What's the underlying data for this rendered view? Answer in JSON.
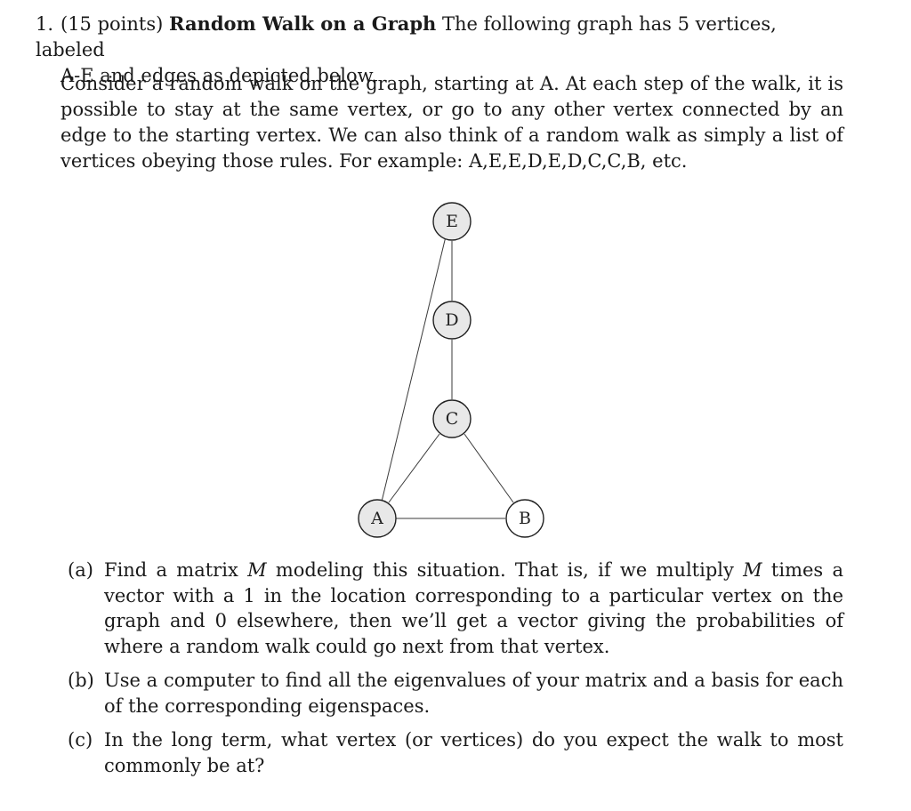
{
  "problem": {
    "number": "1.",
    "points": "(15 points)",
    "title": "Random Walk on a Graph",
    "lead_line1": "The following graph has 5 vertices, labeled",
    "lead_line2": "A-E and edges as depicted below."
  },
  "intro": "Consider a random walk on the graph, starting at A. At each step of the walk, it is possible to stay at the same vertex, or go to any other vertex connected by an edge to the starting vertex. We can also think of a random walk as simply a list of vertices obeying those rules. For example: A,E,E,D,E,D,C,C,B, etc.",
  "graph": {
    "vertices": [
      {
        "id": "A",
        "label": "A"
      },
      {
        "id": "B",
        "label": "B"
      },
      {
        "id": "C",
        "label": "C"
      },
      {
        "id": "D",
        "label": "D"
      },
      {
        "id": "E",
        "label": "E"
      }
    ],
    "edges": [
      [
        "A",
        "B"
      ],
      [
        "A",
        "C"
      ],
      [
        "A",
        "E"
      ],
      [
        "B",
        "C"
      ],
      [
        "C",
        "D"
      ],
      [
        "D",
        "E"
      ]
    ]
  },
  "parts": [
    {
      "label": "(a)",
      "pre": "Find a matrix ",
      "var1": "M",
      "mid": " modeling this situation. That is, if we multiply ",
      "var2": "M",
      "post": " times a vector with a 1 in the location corresponding to a particular vertex on the graph and 0 elsewhere, then we’ll get a vector giving the probabilities of where a random walk could go next from that vertex."
    },
    {
      "label": "(b)",
      "text": "Use a computer to find all the eigenvalues of your matrix and a basis for each of the corresponding eigenspaces."
    },
    {
      "label": "(c)",
      "text": "In the long term, what vertex (or vertices) do you expect the walk to most commonly be at?"
    }
  ]
}
